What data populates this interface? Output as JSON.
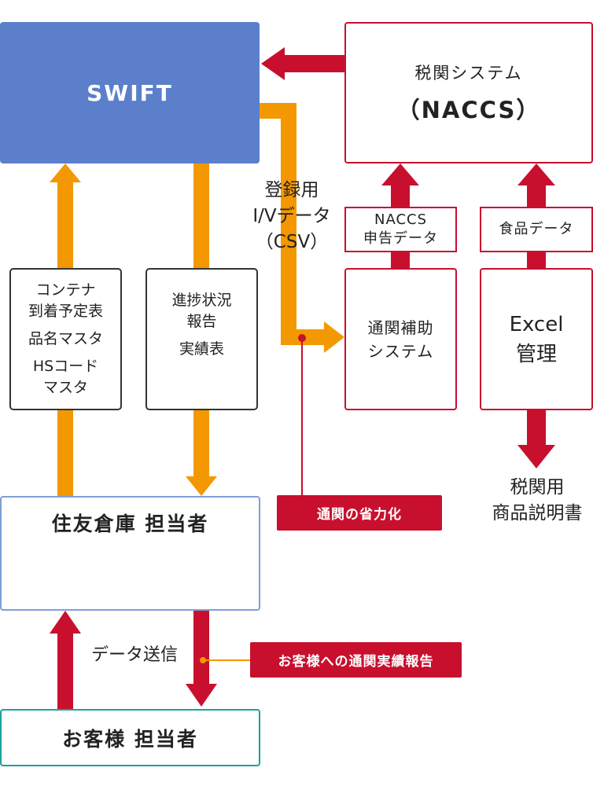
{
  "swift": {
    "title": "SWIFT"
  },
  "naccs": {
    "line1": "税関システム",
    "line2": "（NACCS）"
  },
  "naccs_data": {
    "line1": "NACCS",
    "line2": "申告データ"
  },
  "food_data": {
    "label": "食品データ"
  },
  "tsuukan": {
    "line1": "通関補助",
    "line2": "システム"
  },
  "excel": {
    "line1": "Excel",
    "line2": "管理"
  },
  "customs_doc": {
    "line1": "税関用",
    "line2": "商品説明書"
  },
  "iv_data": {
    "line1": "登録用",
    "line2": "I/Vデータ",
    "line3": "（CSV）"
  },
  "master_box": {
    "line1": "コンテナ",
    "line2": "到着予定表",
    "line3": "品名マスタ",
    "line4": "HSコード",
    "line5": "マスタ"
  },
  "progress_box": {
    "line1": "進捗状況",
    "line2": "報告",
    "line3": "実績表"
  },
  "staff": {
    "title": "住友倉庫 担当者"
  },
  "data_send": {
    "label": "データ送信"
  },
  "customer": {
    "title": "お客様 担当者"
  },
  "badges": {
    "customs_saving": "通関の省力化",
    "customer_report": "お客様への通関実績報告"
  },
  "colors": {
    "swift_blue": "#5b7fcb",
    "red": "#c8102e",
    "orange": "#f39800",
    "teal": "#1aa39a",
    "staff_border": "#7f9fd6"
  }
}
